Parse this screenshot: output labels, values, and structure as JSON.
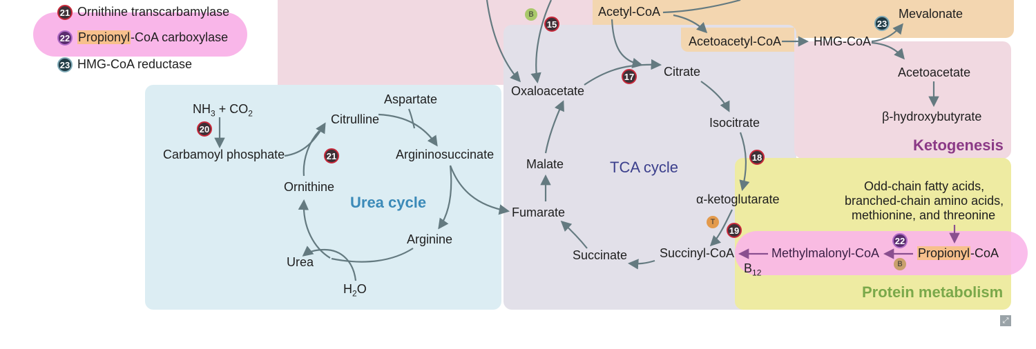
{
  "legend": {
    "item21": {
      "num": "21",
      "text": "Ornithine transcarbamylase"
    },
    "item22": {
      "num": "22",
      "text_hl": "Propionyl",
      "text_rest": "-CoA carboxylase"
    },
    "item23": {
      "num": "23",
      "text": "HMG-CoA reductase"
    }
  },
  "urea": {
    "title": "Urea cycle",
    "nh3": "NH",
    "nh3_sub": "3",
    "plus_co2": " + CO",
    "co2_sub": "2",
    "carbamoyl": "Carbamoyl phosphate",
    "citrulline": "Citrulline",
    "aspartate": "Aspartate",
    "argininosuccinate": "Argininosuccinate",
    "arginine": "Arginine",
    "ornithine": "Ornithine",
    "urea": "Urea",
    "h2o": "H",
    "h2o_sub": "2",
    "h2o_end": "O",
    "num20": "20",
    "num21": "21"
  },
  "tca": {
    "title": "TCA cycle",
    "oxaloacetate": "Oxaloacetate",
    "citrate": "Citrate",
    "isocitrate": "Isocitrate",
    "akg": "α-ketoglutarate",
    "succinylcoa": "Succinyl-CoA",
    "succinate": "Succinate",
    "fumarate": "Fumarate",
    "malate": "Malate",
    "num15": "15",
    "num17": "17",
    "num18": "18",
    "num19": "19",
    "cof_b": "B",
    "cof_t": "T"
  },
  "ketone": {
    "acetylcoa": "Acetyl-CoA",
    "acetoacetylcoa": "Acetoacetyl-CoA",
    "hmgcoa": "HMG-CoA",
    "mevalonate": "Mevalonate",
    "acetoacetate": "Acetoacetate",
    "bhb": "β-hydroxybutyrate",
    "title": "Ketogenesis",
    "num23": "23"
  },
  "protein": {
    "title": "Protein metabolism",
    "line1": "Odd-chain fatty acids,",
    "line2": "branched-chain amino acids,",
    "line3": "methionine, and threonine",
    "propionyl_hl": "Propionyl",
    "propionyl_rest": "-CoA",
    "methylmalonyl": "Methylmalonyl-CoA",
    "b12": "B",
    "b12_sub": "12",
    "num22": "22",
    "cof_b": "B"
  },
  "colors": {
    "urea_bg": "#dcedf3",
    "tca_bg": "#e2e0e9",
    "pink_bg": "#f1d9e1",
    "orange_bg": "#f3d6b0",
    "yellow_bg": "#eeeba2",
    "highlight": "#f9b6e9",
    "arrow": "#647a80"
  },
  "corner_icon": "expand-icon"
}
